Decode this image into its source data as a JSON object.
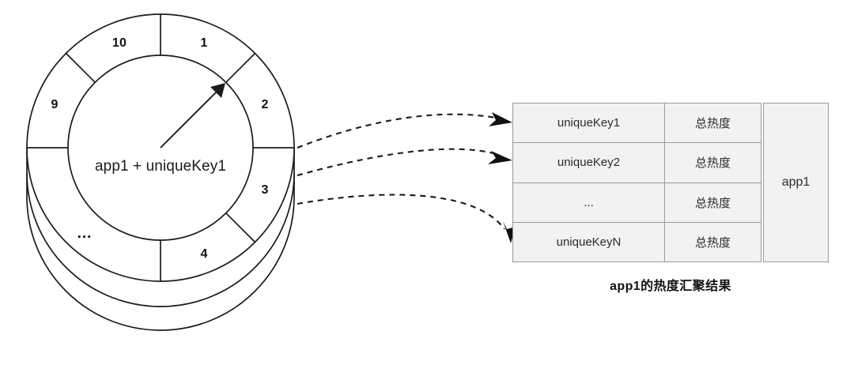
{
  "diagram": {
    "title": "app1 hot-key aggregation",
    "colors": {
      "stroke": "#1b1b1b",
      "table_border": "#9a9a9a",
      "table_fill": "#f2f2f2",
      "text": "#2b2b2b"
    }
  },
  "ring": {
    "center_label": "app1 + uniqueKey1",
    "ellipsis_label": "...",
    "segments": [
      {
        "label": "1",
        "angle_deg": 22.5
      },
      {
        "label": "2",
        "angle_deg": 67.5
      },
      {
        "label": "3",
        "angle_deg": 112.5
      },
      {
        "label": "4",
        "angle_deg": 157.5
      },
      {
        "label": "9",
        "angle_deg": 292.5
      },
      {
        "label": "10",
        "angle_deg": 337.5
      }
    ]
  },
  "table": {
    "columns": [
      "key",
      "heat",
      "app"
    ],
    "rows": [
      {
        "key": "uniqueKey1",
        "heat": "总热度"
      },
      {
        "key": "uniqueKey2",
        "heat": "总热度"
      },
      {
        "key": "...",
        "heat": "总热度"
      },
      {
        "key": "uniqueKeyN",
        "heat": "总热度"
      }
    ],
    "app_label": "app1",
    "caption": "app1的热度汇聚结果"
  },
  "connectors": {
    "count": 3,
    "style": "dashed-curved-arrow"
  }
}
